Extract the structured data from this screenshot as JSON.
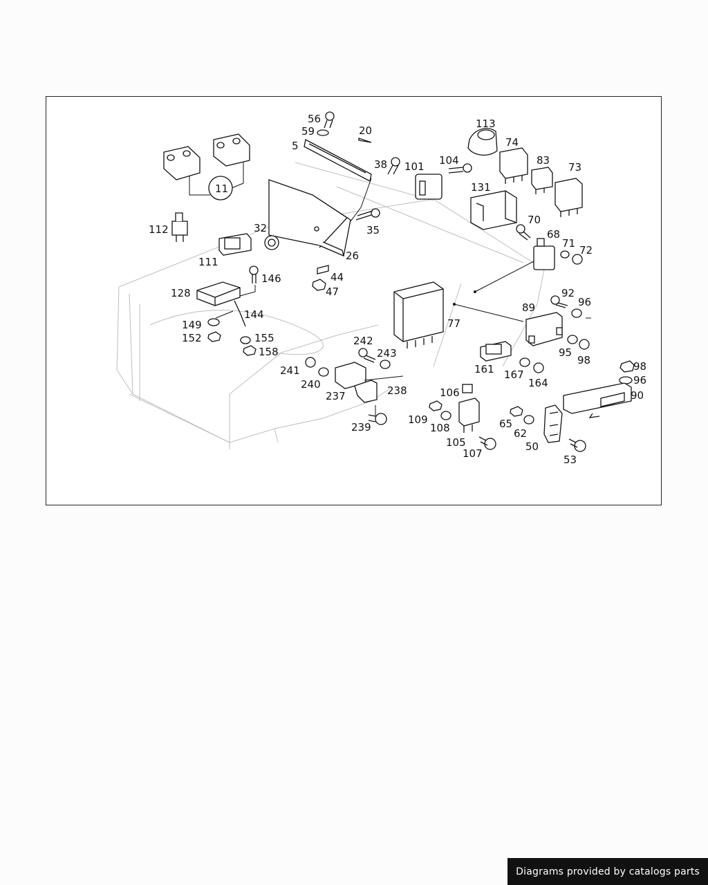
{
  "labels": {
    "l11": "11",
    "l56": "56",
    "l59": "59",
    "l5": "5",
    "l20": "20",
    "l38": "38",
    "l101": "101",
    "l104": "104",
    "l113": "113",
    "l74": "74",
    "l83": "83",
    "l73": "73",
    "l131": "131",
    "l70": "70",
    "l68": "68",
    "l71": "71",
    "l72": "72",
    "l112": "112",
    "l32": "32",
    "l35": "35",
    "l111": "111",
    "l26": "26",
    "l44": "44",
    "l146": "146",
    "l47": "47",
    "l128": "128",
    "l144": "144",
    "l149": "149",
    "l152": "152",
    "l155": "155",
    "l158": "158",
    "l92": "92",
    "l96a": "96",
    "l89": "89",
    "l77": "77",
    "l95": "95",
    "l98a": "98",
    "l242": "242",
    "l243": "243",
    "l161": "161",
    "l167": "167",
    "l164": "164",
    "l241": "241",
    "l240": "240",
    "l238": "238",
    "l237": "237",
    "l98b": "98",
    "l96b": "96",
    "l90": "90",
    "l106": "106",
    "l239": "239",
    "l109": "109",
    "l108": "108",
    "l65": "65",
    "l62": "62",
    "l105": "105",
    "l50": "50",
    "l107": "107",
    "l53": "53"
  },
  "footer": {
    "credit": "Diagrams provided by catalogs parts"
  }
}
